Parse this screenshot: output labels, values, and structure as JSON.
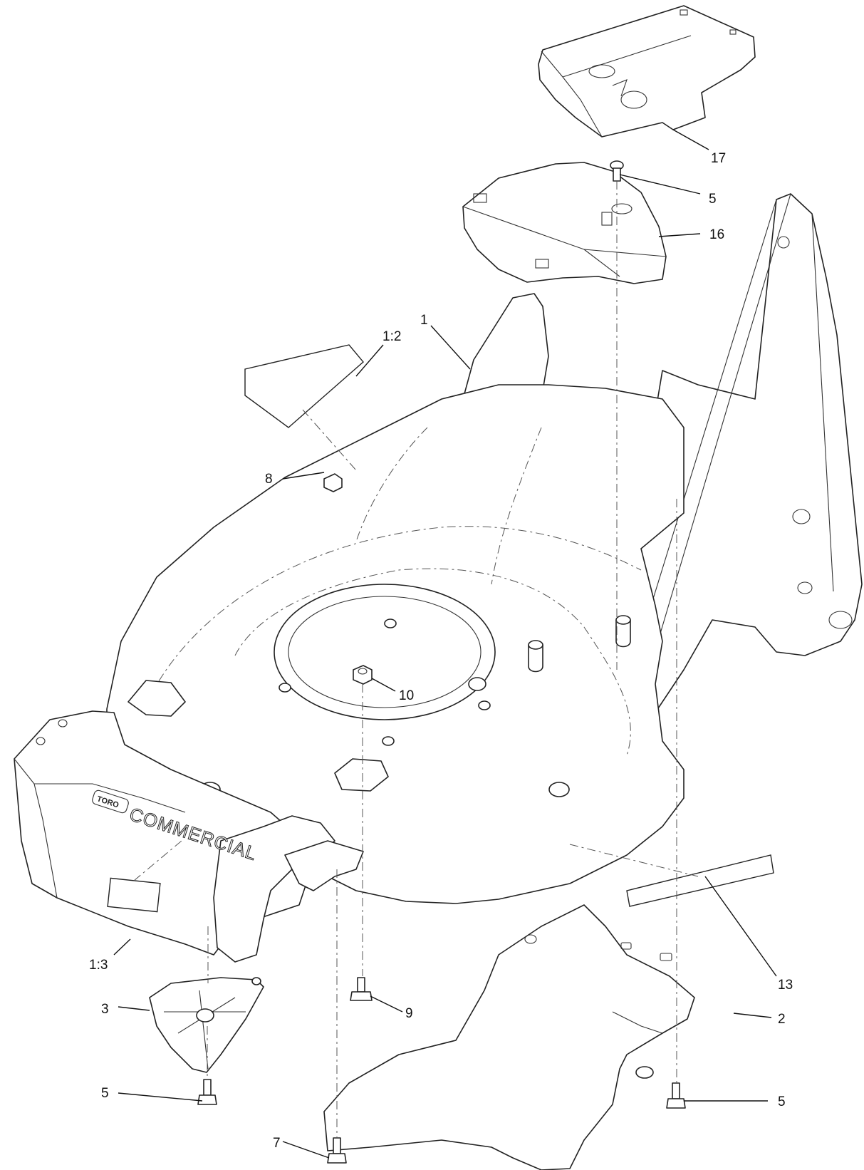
{
  "diagram": {
    "type": "exploded parts diagram",
    "decal_text": {
      "brand": "TORO",
      "commercial": "COMMERCIAL"
    },
    "callouts": [
      {
        "id": "c17",
        "label": "17"
      },
      {
        "id": "c5a",
        "label": "5"
      },
      {
        "id": "c16",
        "label": "16"
      },
      {
        "id": "c1",
        "label": "1"
      },
      {
        "id": "c1-2",
        "label": "1:2"
      },
      {
        "id": "c8",
        "label": "8"
      },
      {
        "id": "c10",
        "label": "10"
      },
      {
        "id": "c1-3",
        "label": "1:3"
      },
      {
        "id": "c13",
        "label": "13"
      },
      {
        "id": "c9",
        "label": "9"
      },
      {
        "id": "c3",
        "label": "3"
      },
      {
        "id": "c2",
        "label": "2"
      },
      {
        "id": "c5b",
        "label": "5"
      },
      {
        "id": "c5c",
        "label": "5"
      },
      {
        "id": "c7",
        "label": "7"
      }
    ]
  }
}
